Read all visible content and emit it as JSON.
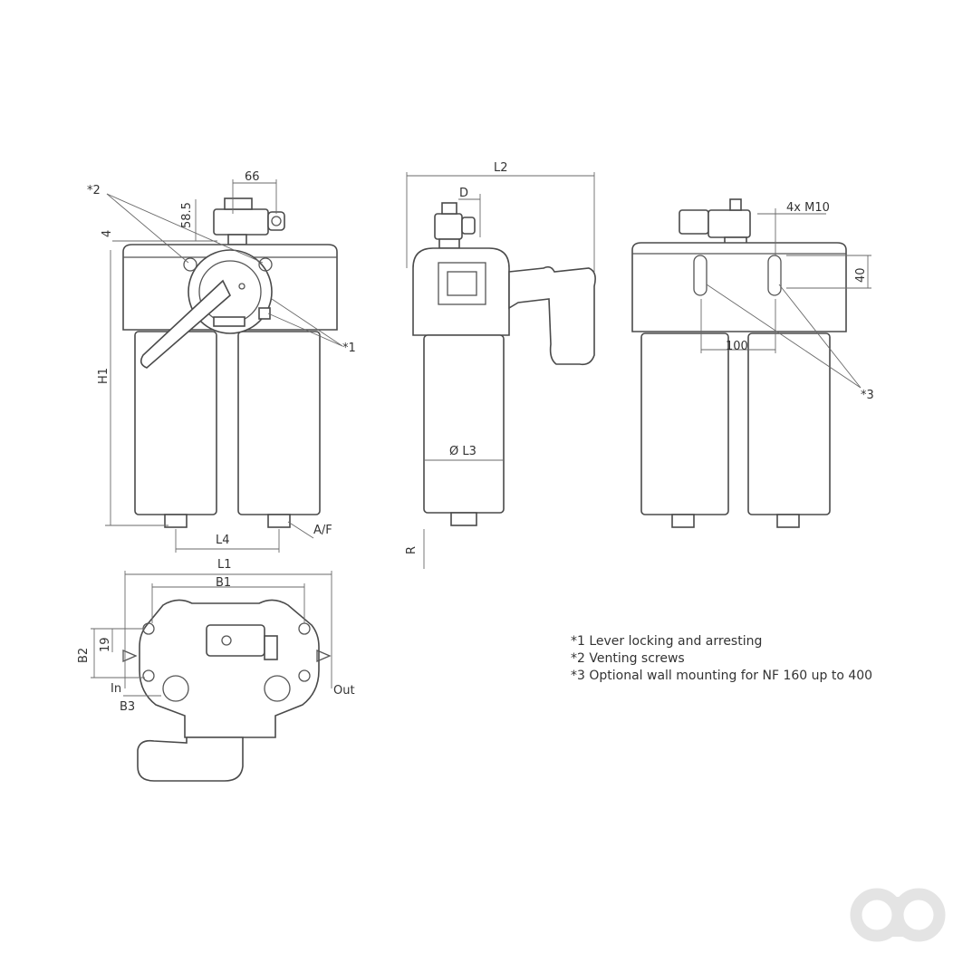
{
  "dimensions": {
    "d66": "66",
    "d58_5": "58.5",
    "d4": "4",
    "d2a": "*2",
    "d1a": "*1",
    "h1": "H1",
    "l4": "L4",
    "af": "A/F",
    "l2": "L2",
    "d": "D",
    "l3": "Ø L3",
    "r": "R",
    "m10": "4x M10",
    "d40": "40",
    "d100": "100",
    "d3a": "*3",
    "l1": "L1",
    "b1": "B1",
    "b2": "B2",
    "d19": "19",
    "in": "In",
    "out": "Out",
    "b3": "B3"
  },
  "notes": [
    "*1 Lever locking and arresting",
    "*2 Venting screws",
    "*3 Optional wall mounting for NF 160 up to 400"
  ],
  "colors": {
    "line": "#4a4a4a",
    "text": "#333333",
    "watermark": "#e4e4e4"
  },
  "icons": {
    "watermark": "ao-logo"
  }
}
